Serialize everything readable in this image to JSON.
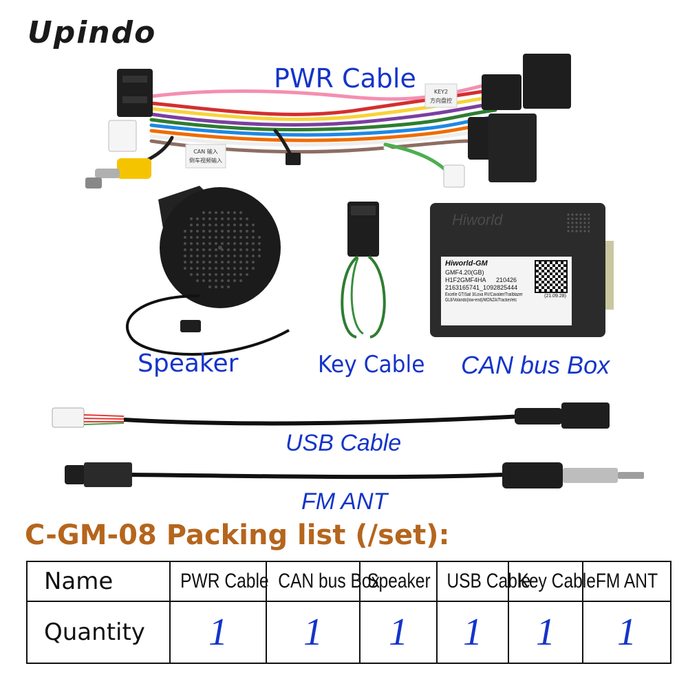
{
  "brand": "Upindo",
  "labels": {
    "pwr_cable": "PWR Cable",
    "speaker": "Speaker",
    "key_cable": "Key Cable",
    "can_box": "CAN bus Box",
    "usb_cable": "USB Cable",
    "fm_ant": "FM ANT"
  },
  "can_box_sticker": {
    "logo": "Hiworld",
    "line1": "Hiworld-GM",
    "line2": "GMF4.20(GB)",
    "line3": "H1F2GMF4HA      210426",
    "line4": "2163165741_1092825444",
    "line5": "Excelle GT/Sail 3/Lova RV/Cavalier/Trailblazer",
    "line6": "GL8/Volando(low-end)/MONZA/Tracker/etc",
    "date": "(21.09.28)"
  },
  "harness_tags": {
    "tag1": "CAN 输入",
    "tag2": "倒车视频输入",
    "tag3": "KEY2",
    "tag4": "方向盘控"
  },
  "packing": {
    "title": "C-GM-08 Packing list (/set):",
    "row_name_label": "Name",
    "row_qty_label": "Quantity",
    "items": [
      {
        "name": "PWR Cable",
        "qty": "1"
      },
      {
        "name": "CAN bus Box",
        "qty": "1"
      },
      {
        "name": "Speaker",
        "qty": "1"
      },
      {
        "name": "USB Cable",
        "qty": "1"
      },
      {
        "name": "Key Cable",
        "qty": "1"
      },
      {
        "name": "FM ANT",
        "qty": "1"
      }
    ]
  },
  "colors": {
    "label_blue": "#1534c9",
    "title_orange": "#b5651d",
    "connector_black": "#1e1e1e"
  }
}
